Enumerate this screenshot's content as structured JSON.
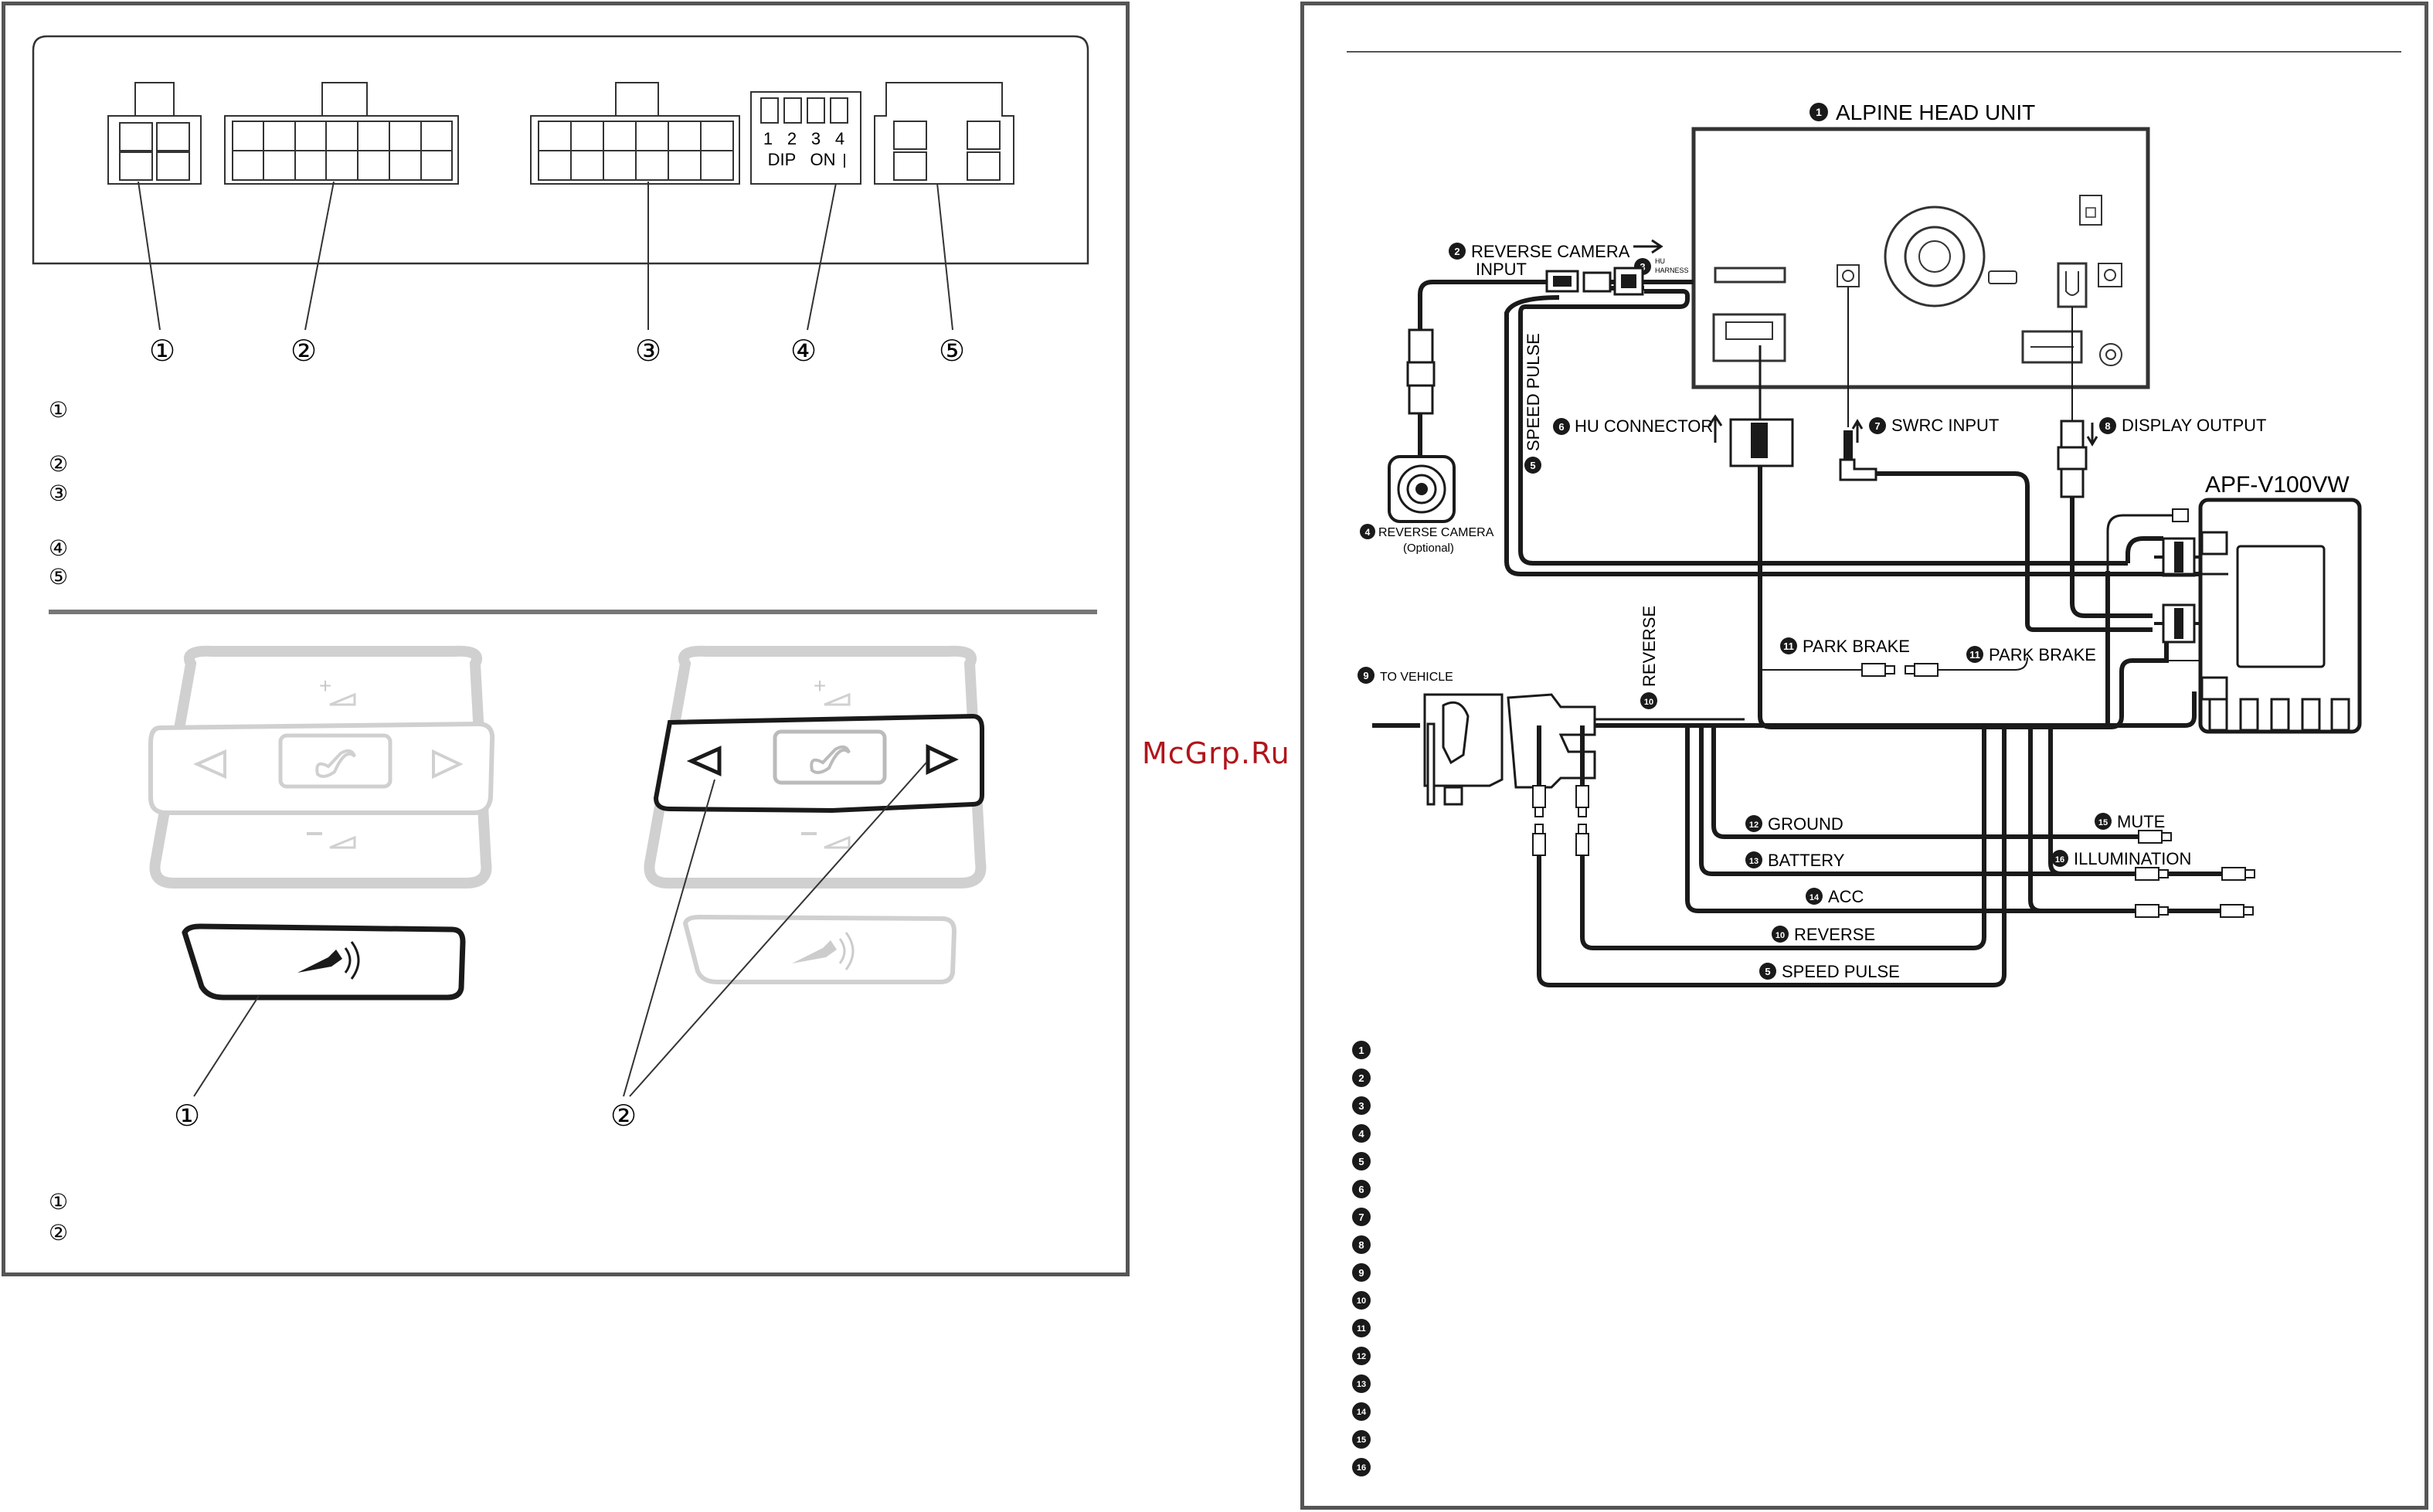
{
  "watermark": "McGrp.Ru",
  "left": {
    "connector_callouts": [
      "①",
      "②",
      "③",
      "④",
      "⑤"
    ],
    "dip_switch": {
      "numbers": [
        "1",
        "2",
        "3",
        "4"
      ],
      "label_dip": "DIP",
      "label_on": "ON"
    },
    "connector_legend": [
      "①",
      "②",
      "③",
      "④",
      "⑤"
    ],
    "steering_callouts": [
      "①",
      "②"
    ],
    "steering_legend": [
      "①",
      "②"
    ]
  },
  "right": {
    "head_unit": {
      "number": "1",
      "label": "ALPINE HEAD UNIT"
    },
    "reverse_camera_input": {
      "number": "2",
      "line1": "REVERSE CAMERA",
      "line2": "INPUT"
    },
    "hu_harness": {
      "number": "3",
      "line1": "HU",
      "line2": "HARNESS"
    },
    "reverse_camera": {
      "number": "4",
      "label": "REVERSE CAMERA",
      "sub": "(Optional)"
    },
    "speed_pulse_vertical": {
      "number": "5",
      "label": "SPEED PULSE"
    },
    "hu_connector": {
      "number": "6",
      "label": "HU CONNECTOR"
    },
    "swrc_input": {
      "number": "7",
      "label": "SWRC INPUT"
    },
    "display_output": {
      "number": "8",
      "label": "DISPLAY OUTPUT"
    },
    "interface_module": {
      "label": "APF-V100VW"
    },
    "to_vehicle": {
      "number": "9",
      "label": "TO VEHICLE"
    },
    "reverse_vertical": {
      "number": "10",
      "label": "REVERSE"
    },
    "park_brake_1": {
      "number": "11",
      "label": "PARK BRAKE"
    },
    "park_brake_2": {
      "number": "11",
      "label": "PARK BRAKE"
    },
    "ground": {
      "number": "12",
      "label": "GROUND"
    },
    "battery": {
      "number": "13",
      "label": "BATTERY"
    },
    "acc": {
      "number": "14",
      "label": "ACC"
    },
    "reverse": {
      "number": "10",
      "label": "REVERSE"
    },
    "speed_pulse": {
      "number": "5",
      "label": "SPEED PULSE"
    },
    "mute": {
      "number": "15",
      "label": "MUTE"
    },
    "illumination": {
      "number": "16",
      "label": "ILLUMINATION"
    },
    "legend_numbers": [
      "1",
      "2",
      "3",
      "4",
      "5",
      "6",
      "7",
      "8",
      "9",
      "10",
      "11",
      "12",
      "13",
      "14",
      "15",
      "16"
    ]
  },
  "colors": {
    "line": "#1a1a1a",
    "frame": "#555555",
    "ghost": "#c8c8c8",
    "watermark": "#b0151b"
  }
}
